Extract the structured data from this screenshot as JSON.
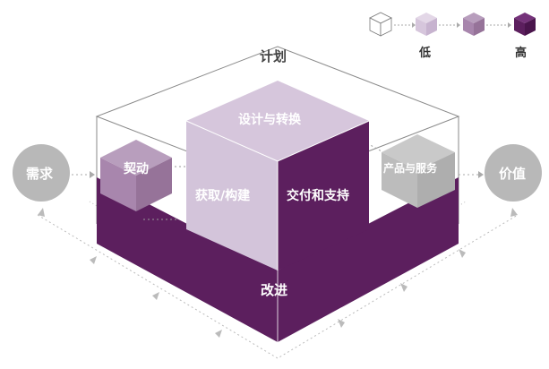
{
  "legend": {
    "low_label": "低",
    "high_label": "高",
    "colors": [
      "#ffffff",
      "#d6c6dc",
      "#a886ad",
      "#5c1f5e"
    ]
  },
  "diagram": {
    "plan_label": "计划",
    "design_label": "设计与转换",
    "engage_label": "契动",
    "obtain_label": "获取/构建",
    "deliver_label": "交付和支持",
    "products_label": "产品与服务",
    "improve_label": "改进",
    "demand_label": "需求",
    "value_label": "价值"
  },
  "colors": {
    "dark_purple": "#5c1f5e",
    "mid_purple": "#a886ad",
    "light_purple": "#d6c6dc",
    "gray": "#b8b8b8"
  }
}
